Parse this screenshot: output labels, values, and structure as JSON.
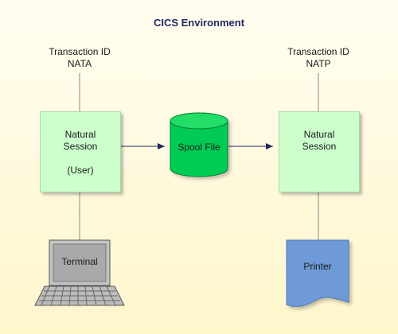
{
  "title": "CICS Environment",
  "left_transaction": {
    "label": "Transaction ID",
    "id": "NATA"
  },
  "right_transaction": {
    "label": "Transaction ID",
    "id": "NATP"
  },
  "left_session": {
    "line1": "Natural",
    "line2": "Session",
    "line3": "(User)"
  },
  "right_session": {
    "line1": "Natural",
    "line2": "Session"
  },
  "spool": {
    "label": "Spool File"
  },
  "terminal": {
    "label": "Terminal"
  },
  "printer": {
    "label": "Printer"
  },
  "colors": {
    "title": "#1f2a63",
    "session_box": "#ccffcc",
    "cylinder": "#00cc55",
    "printer": "#6e9ad8",
    "terminal": "#b0b0b0",
    "arrow": "#1f2a63"
  }
}
